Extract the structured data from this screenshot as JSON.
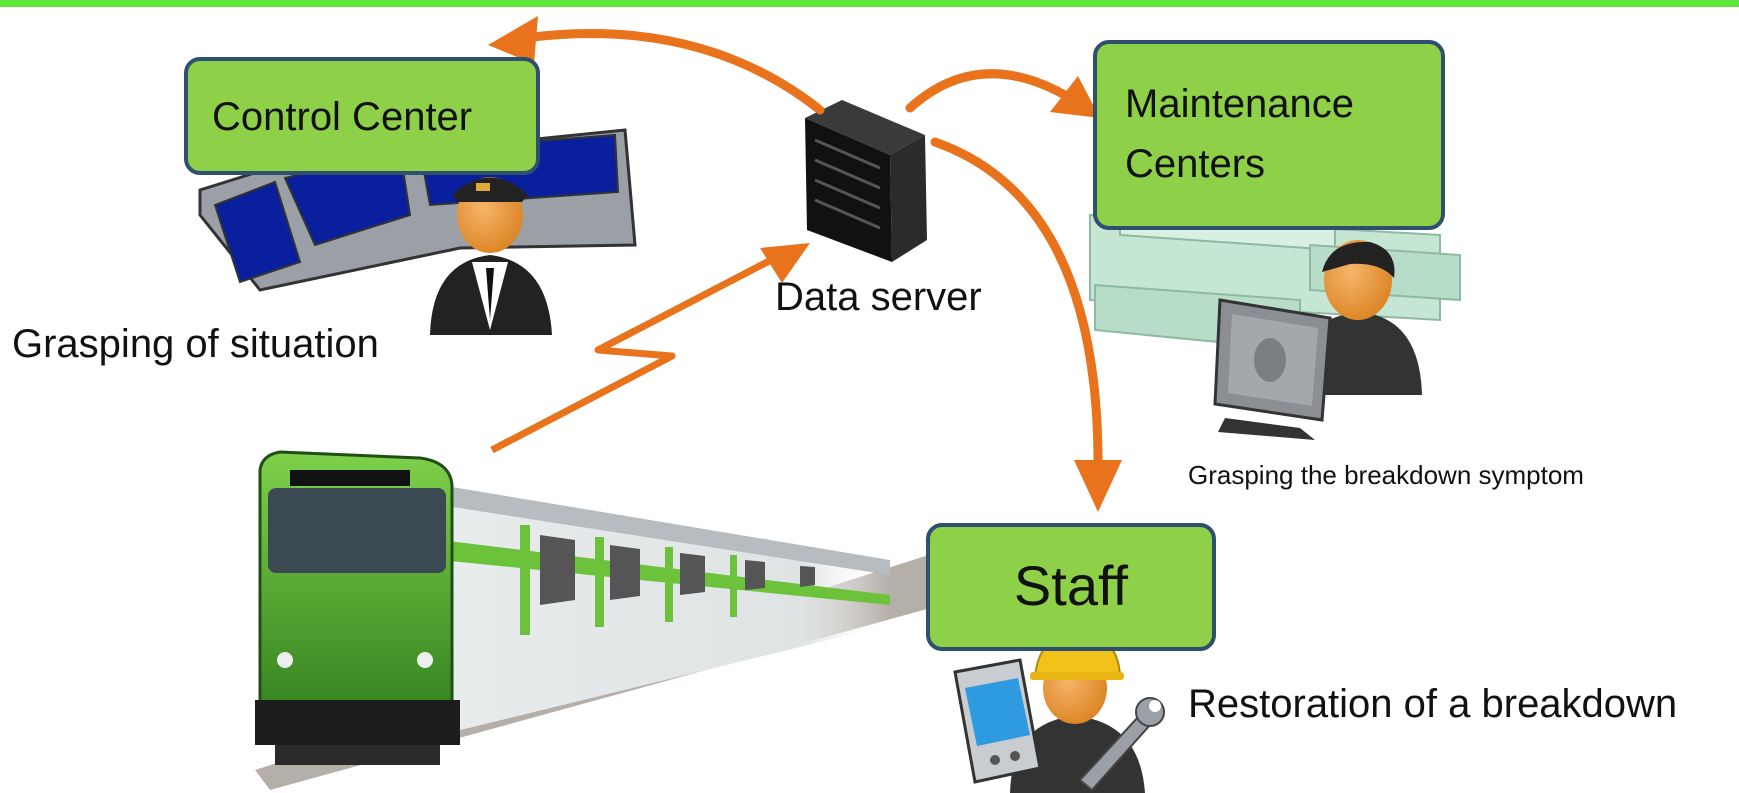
{
  "nodes": {
    "control_center": {
      "label": "Control Center",
      "caption": "Grasping of situation"
    },
    "data_server": {
      "label": "Data server"
    },
    "maintenance": {
      "label_line1": "Maintenance",
      "label_line2": "Centers",
      "caption": "Grasping the breakdown symptom"
    },
    "staff": {
      "label": "Staff",
      "caption": "Restoration of a breakdown"
    }
  },
  "colors": {
    "box_fill": "#8ed048",
    "box_border": "#2f4f6f",
    "arrow": "#e8731c",
    "top_bar": "#5ee63a",
    "train_green": "#6cc23a"
  },
  "icons": [
    "control-desk-icon",
    "conductor-icon",
    "server-icon",
    "building-icon",
    "worker-computer-icon",
    "train-icon",
    "pda-icon",
    "wrench-icon",
    "hardhat-worker-icon"
  ]
}
